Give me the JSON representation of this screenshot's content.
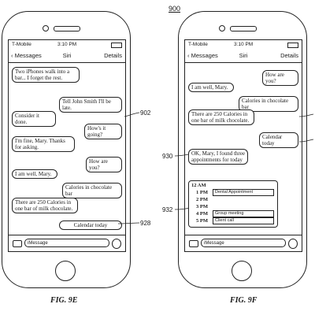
{
  "figure_number": "900",
  "left": {
    "caption": "FIG. 9E",
    "status": {
      "carrier": "T-Mobile",
      "time": "3:10 PM"
    },
    "nav": {
      "back": "Messages",
      "title": "Siri",
      "details": "Details"
    },
    "bubbles": [
      {
        "text": "Two iPhones walk into a bar... I forget the rest."
      },
      {
        "text": "Tell John Smith I'll be late."
      },
      {
        "text": "Consider it done."
      },
      {
        "text": "How's it going?"
      },
      {
        "text": "I'm fine, Mary. Thanks for asking."
      },
      {
        "text": "How are you?"
      },
      {
        "text": "I am well, Mary."
      },
      {
        "text": "Calories in chocolate bar"
      },
      {
        "text": "There are 250 Calories in one bar of milk chocolate."
      },
      {
        "text": "Calendar today"
      }
    ],
    "input_placeholder": "iMessage",
    "refs": [
      "902",
      "928"
    ]
  },
  "right": {
    "caption": "FIG. 9F",
    "status": {
      "carrier": "T-Mobile",
      "time": "3:10 PM"
    },
    "nav": {
      "back": "Messages",
      "title": "Siri",
      "details": "Details"
    },
    "bubbles": [
      {
        "text": "How are you?"
      },
      {
        "text": "I am well, Mary."
      },
      {
        "text": "Calories in chocolate bar"
      },
      {
        "text": "There are 250 Calories in one bar of milk chocolate."
      },
      {
        "text": "Calendar today"
      },
      {
        "text": "OK, Mary, I found three appointments for today"
      }
    ],
    "calendar": {
      "hours": [
        "12 AM",
        "1 PM",
        "2 PM",
        "3 PM",
        "4 PM",
        "5 PM"
      ],
      "events": [
        "Dental Appointment",
        "Group meeting",
        "Client call"
      ]
    },
    "input_placeholder": "iMessage",
    "refs": [
      "930",
      "932"
    ]
  }
}
